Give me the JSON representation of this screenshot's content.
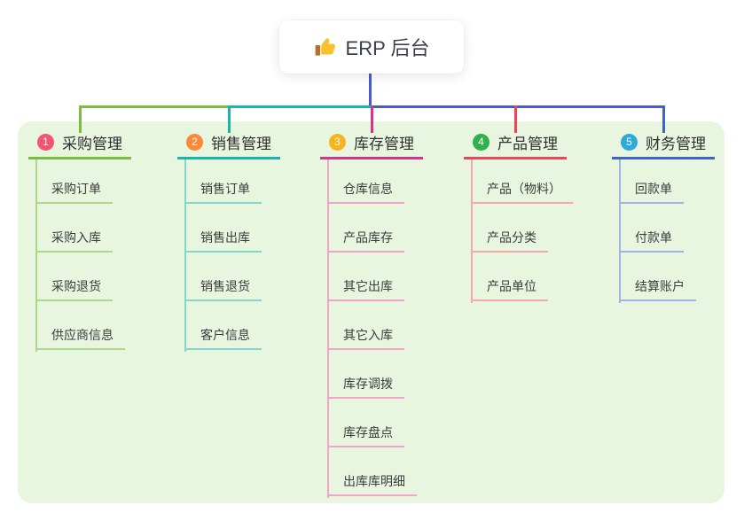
{
  "root": {
    "label": "ERP 后台",
    "icon": "thumbs-up-icon"
  },
  "colors": {
    "page_bg": "#ffffff",
    "panel_bg": "#e8f6e0",
    "stem": "#4a59ce",
    "root_text": "#3b3f4e",
    "title_text": "#2f2f2f",
    "child_text": "#3c3c3c"
  },
  "branches": [
    {
      "num": "1",
      "label": "采购管理",
      "badge_color": "#f2566f",
      "line_color": "#7bbd3e",
      "light_color": "#abd88b",
      "children": [
        "采购订单",
        "采购入库",
        "采购退货",
        "供应商信息"
      ]
    },
    {
      "num": "2",
      "label": "销售管理",
      "badge_color": "#f9893b",
      "line_color": "#17b7a5",
      "light_color": "#84d6ca",
      "children": [
        "销售订单",
        "销售出库",
        "销售退货",
        "客户信息"
      ]
    },
    {
      "num": "3",
      "label": "库存管理",
      "badge_color": "#f8b31e",
      "line_color": "#d6348b",
      "light_color": "#f2a3c9",
      "children": [
        "仓库信息",
        "产品库存",
        "其它出库",
        "其它入库",
        "库存调拨",
        "库存盘点",
        "出库库明细"
      ]
    },
    {
      "num": "4",
      "label": "产品管理",
      "badge_color": "#2fb14b",
      "line_color": "#ee4458",
      "light_color": "#f6a6ae",
      "children": [
        "产品（物料）",
        "产品分类",
        "产品单位"
      ]
    },
    {
      "num": "5",
      "label": "财务管理",
      "badge_color": "#2ea9d8",
      "line_color": "#3e63c9",
      "light_color": "#9fb4e2",
      "children": [
        "回款单",
        "付款单",
        "结算账户"
      ]
    }
  ]
}
